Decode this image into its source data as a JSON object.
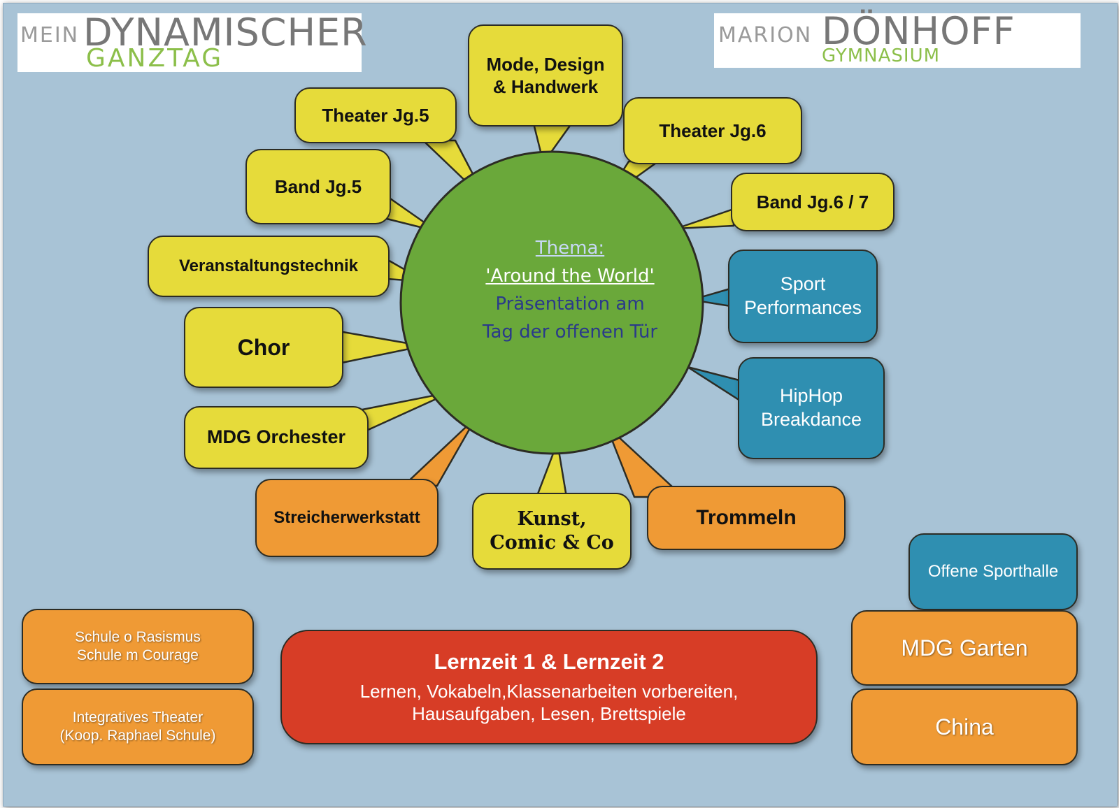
{
  "logos": {
    "left": {
      "small": "MEIN",
      "big": "DYNAMISCHER",
      "sub": "GANZTAG"
    },
    "right": {
      "small": "MARION",
      "big": "DÖNHOFF",
      "sub": "GYMNASIUM"
    }
  },
  "center": {
    "thema": "Thema:",
    "title": "'Around the World'",
    "line1": "Präsentation am",
    "line2": "Tag der offenen Tür"
  },
  "bubbles": {
    "mode": [
      "Mode, Design",
      "& Handwerk"
    ],
    "theater5": "Theater Jg.5",
    "theater6": "Theater Jg.6",
    "band5": "Band Jg.5",
    "band67": "Band Jg.6 / 7",
    "technik": "Veranstaltungstechnik",
    "chor": "Chor",
    "orchester": "MDG Orchester",
    "streicher": "Streicherwerkstatt",
    "kunst": [
      "Kunst,",
      "Comic & Co"
    ],
    "trommeln": "Trommeln",
    "sport": [
      "Sport",
      "Performances"
    ],
    "hiphop": [
      "HipHop",
      "Breakdance"
    ]
  },
  "boxes": {
    "rassismus": [
      "Schule o Rasismus",
      "Schule m Courage"
    ],
    "theater_int": [
      "Integratives Theater",
      "(Koop. Raphael Schule)"
    ],
    "lernzeit_title": "Lernzeit 1 & Lernzeit 2",
    "lernzeit_desc": [
      "Lernen, Vokabeln,Klassenarbeiten vorbereiten,",
      "Hausaufgaben, Lesen, Brettspiele"
    ],
    "sporthalle": "Offene Sporthalle",
    "garten": "MDG Garten",
    "china": "China"
  },
  "colors": {
    "background": "#a8c3d6",
    "circle": "#6aa83a",
    "yellow": "#e6db3a",
    "orange": "#ef9a35",
    "blue": "#2f8fb1",
    "red": "#d73d26"
  }
}
